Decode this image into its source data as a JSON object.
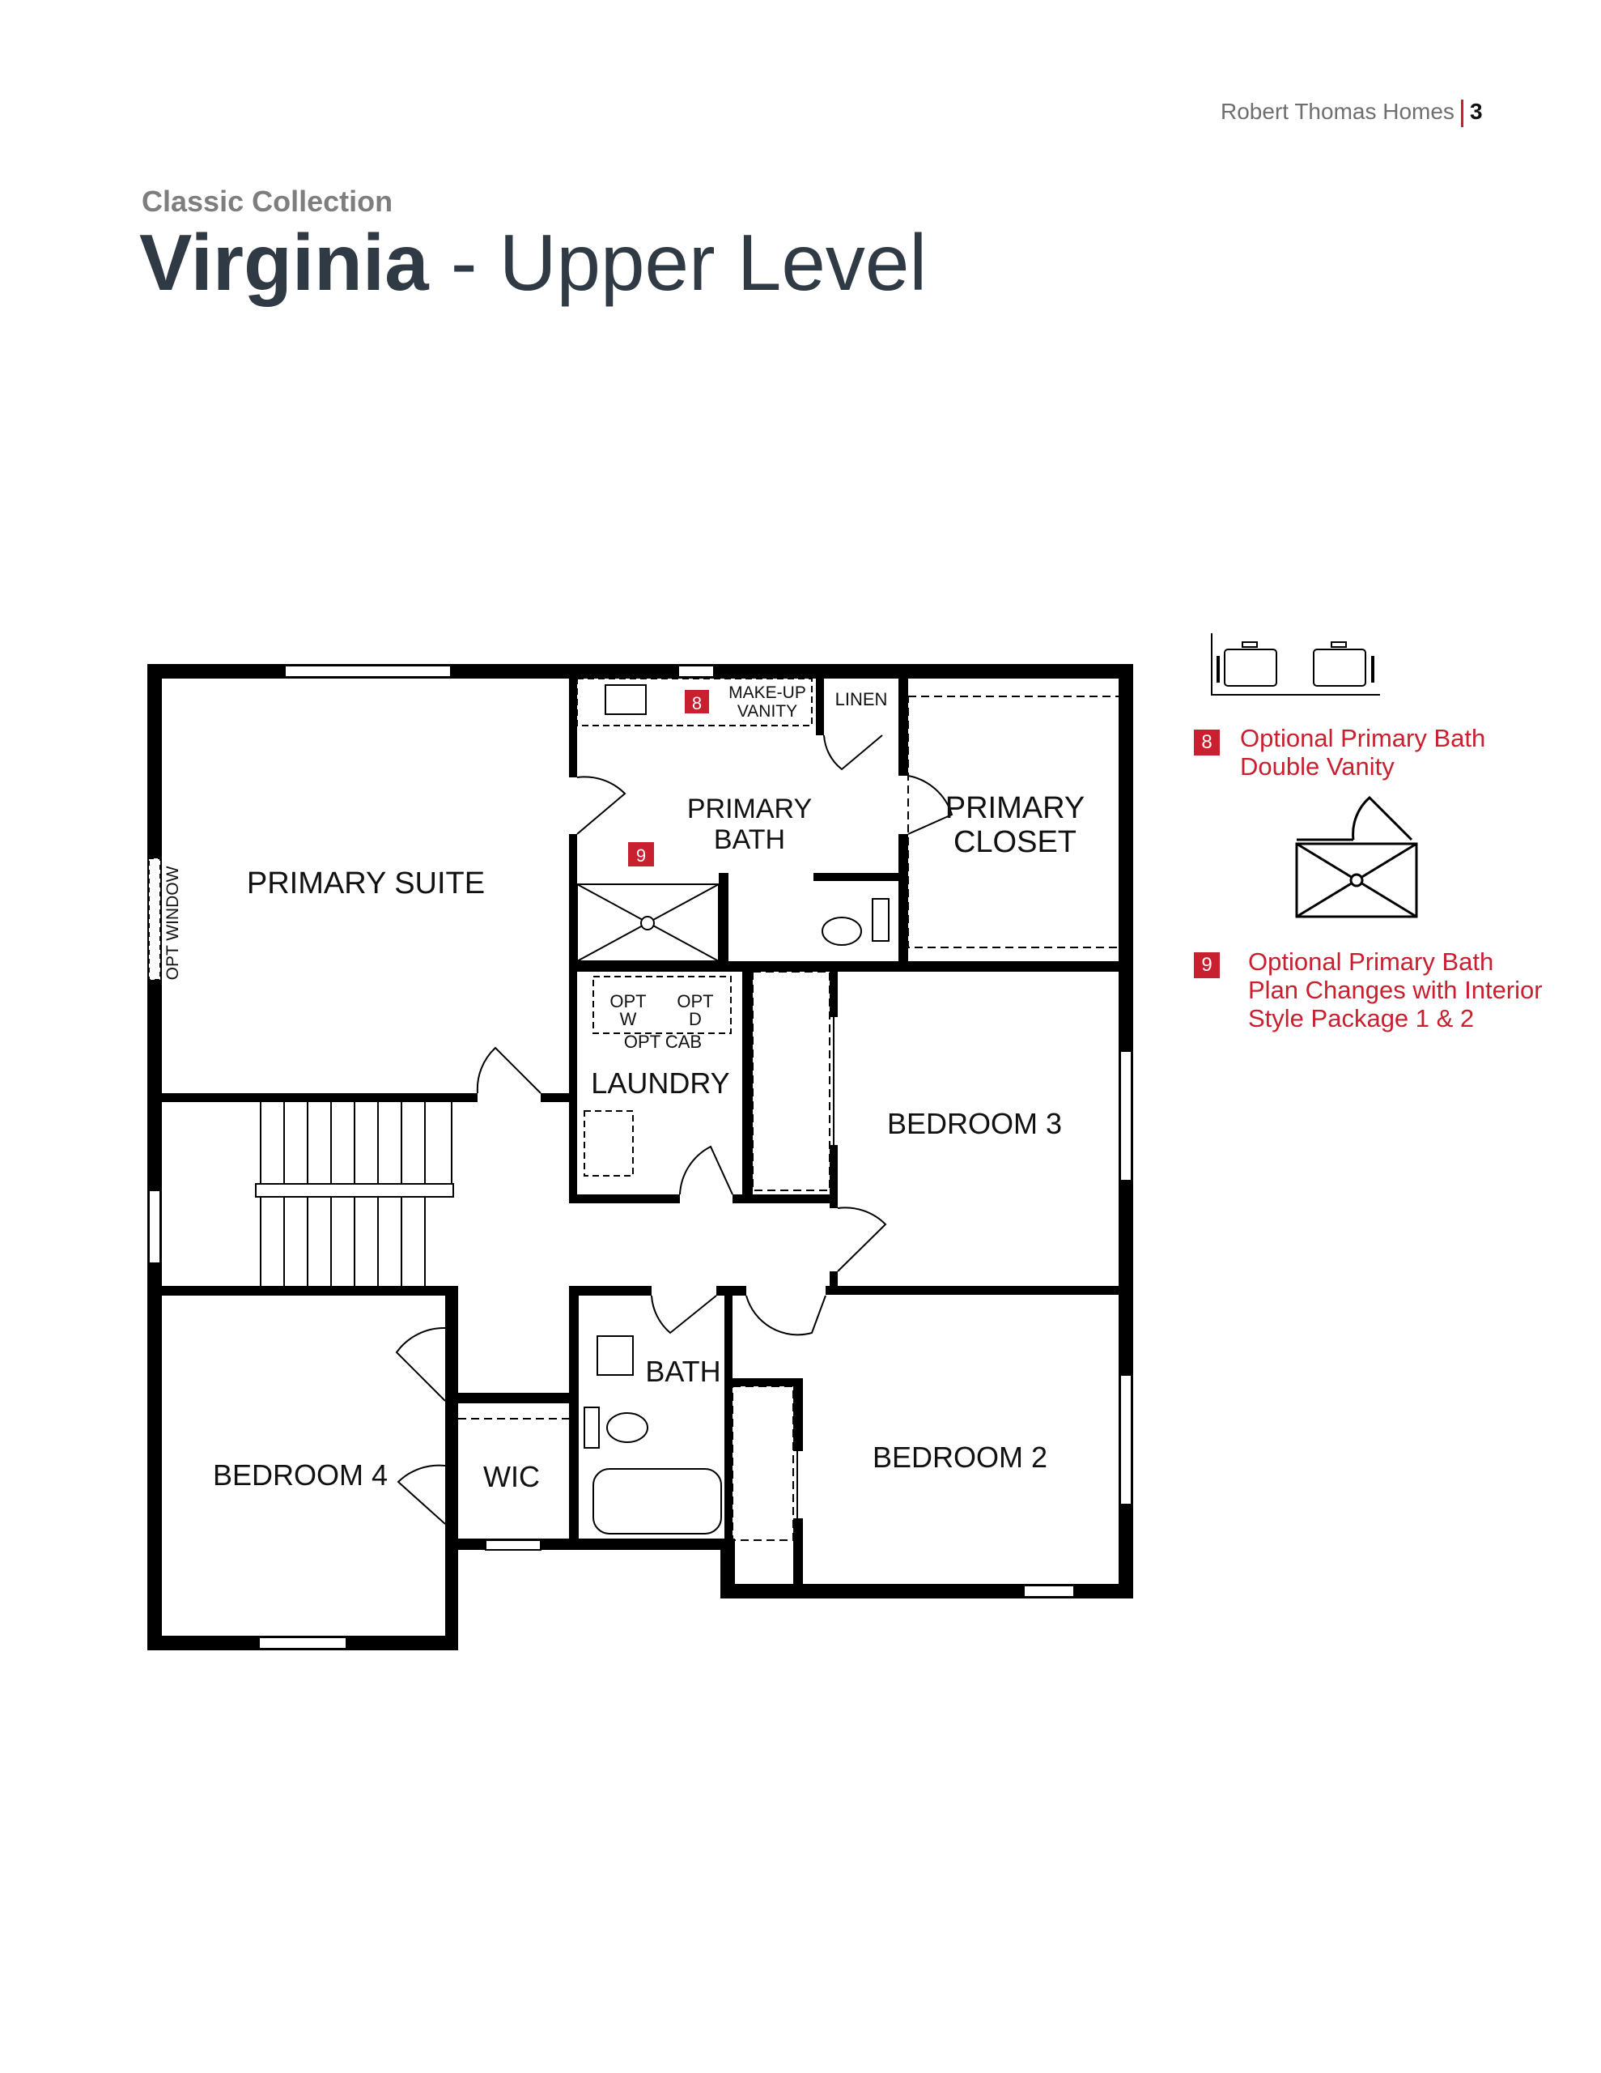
{
  "header": {
    "brand": "Robert Thomas Homes",
    "page_number": "3"
  },
  "collection": "Classic Collection",
  "title": {
    "name": "Virginia",
    "separator": " - ",
    "level": "Upper Level"
  },
  "rooms": {
    "primary_suite": "PRIMARY SUITE",
    "primary_bath_1": "PRIMARY",
    "primary_bath_2": "BATH",
    "primary_closet_1": "PRIMARY",
    "primary_closet_2": "CLOSET",
    "linen": "LINEN",
    "makeup_1": "MAKE-UP",
    "makeup_2": "VANITY",
    "opt_window": "OPT WINDOW",
    "opt_w_1": "OPT",
    "opt_w_2": "W",
    "opt_d_1": "OPT",
    "opt_d_2": "D",
    "opt_cab": "OPT CAB",
    "laundry": "LAUNDRY",
    "bedroom3": "BEDROOM 3",
    "bath": "BATH",
    "bedroom4": "BEDROOM 4",
    "wic": "WIC",
    "bedroom2": "BEDROOM 2"
  },
  "badges": {
    "b8": "8",
    "b9": "9"
  },
  "legend": [
    {
      "number": "8",
      "lines": [
        "Optional Primary Bath",
        "Double Vanity"
      ]
    },
    {
      "number": "9",
      "lines": [
        "Optional Primary Bath",
        "Plan Changes with Interior",
        "Style Package 1 & 2"
      ]
    }
  ],
  "colors": {
    "accent": "#c8202f",
    "title": "#2f3a45",
    "subtitle": "#7e7e7e"
  }
}
